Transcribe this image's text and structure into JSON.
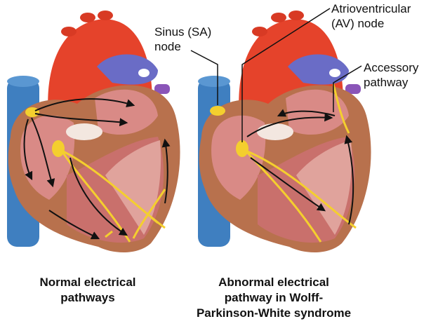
{
  "labels": {
    "sa_node": [
      "Sinus (SA)",
      "node"
    ],
    "av_node": [
      "Atrioventricular",
      "(AV) node"
    ],
    "accessory": [
      "Accessory",
      "pathway"
    ]
  },
  "captions": {
    "normal": [
      "Normal electrical",
      "pathways"
    ],
    "abnormal": [
      "Abnormal electrical",
      "pathway in Wolff-",
      "Parkinson-White syndrome"
    ]
  },
  "colors": {
    "vein": "#3f7fc0",
    "aorta": "#e5432b",
    "pulmonary": "#6a6cc6",
    "muscle": "#b8714d",
    "chamber": "#d98a86",
    "node": "#f4cf2e",
    "arrow": "#111111"
  }
}
